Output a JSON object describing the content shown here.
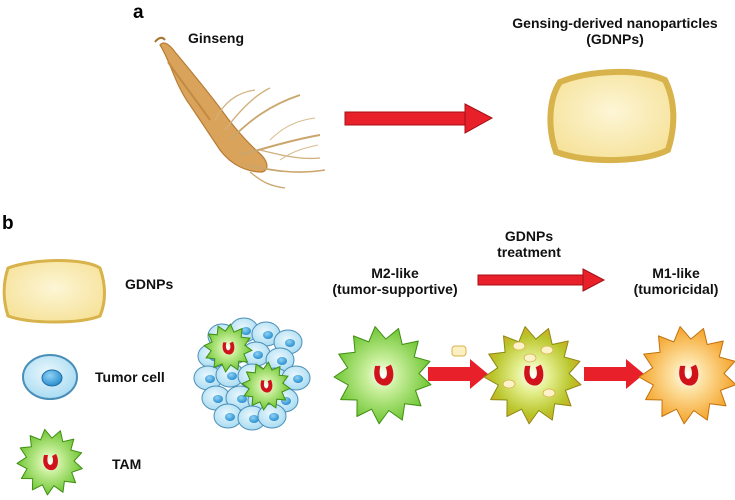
{
  "panels": {
    "a": "a",
    "b": "b"
  },
  "panel_a": {
    "ginseng_label": "Ginseng",
    "gdnp_title_line1": "Gensing-derived nanoparticles",
    "gdnp_title_line2": "(GDNPs)"
  },
  "panel_b": {
    "legend": {
      "gdnps": "GDNPs",
      "tumor_cell": "Tumor cell",
      "tam": "TAM"
    },
    "m2_line1": "M2-like",
    "m2_line2": "(tumor-supportive)",
    "treatment_line1": "GDNPs",
    "treatment_line2": "treatment",
    "m1_line1": "M1-like",
    "m1_line2": "(tumoricidal)"
  },
  "colors": {
    "arrow_red": "#e8202a",
    "gdnp_fill": "#f9e9a8",
    "gdnp_border": "#d8b24a",
    "tam_green": "#6cc62c",
    "tumor_blue": "#7ec5e8",
    "m1_orange": "#f4a21c"
  }
}
